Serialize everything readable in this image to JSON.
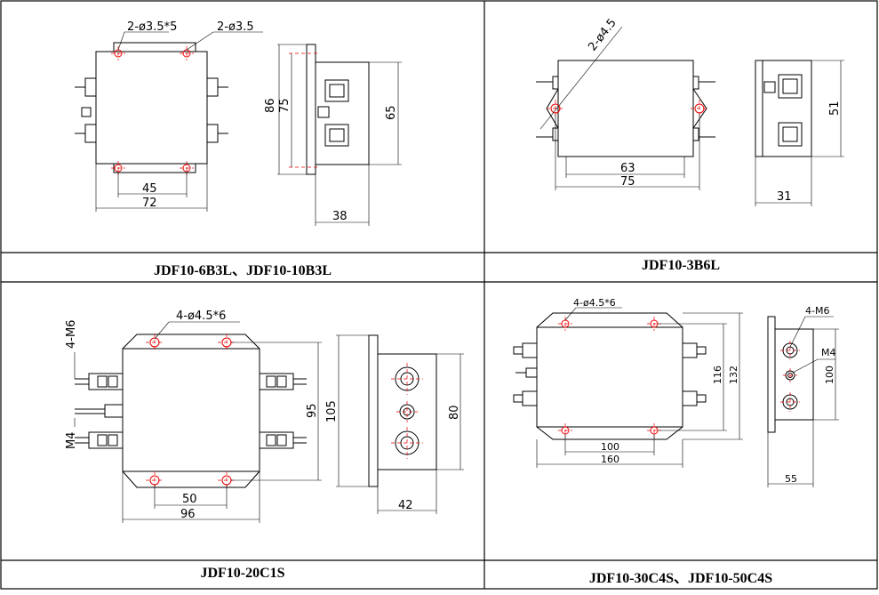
{
  "captions": {
    "q1": "JDF10-6B3L、JDF10-10B3L",
    "q2": "JDF10-3B6L",
    "q3": "JDF10-20C1S",
    "q4": "JDF10-30C4S、JDF10-50C4S"
  },
  "q1": {
    "hole_a": "2-ø3.5*5",
    "hole_b": "2-ø3.5",
    "dim_45": "45",
    "dim_72": "72",
    "dim_86": "86",
    "dim_75": "75",
    "dim_65": "65",
    "dim_38": "38"
  },
  "q2": {
    "hole": "2-ø4.5",
    "dim_63": "63",
    "dim_75": "75",
    "dim_51": "51",
    "dim_31": "31"
  },
  "q3": {
    "hole": "4-ø4.5*6",
    "m6": "4-M6",
    "m4": "M4",
    "dim_50": "50",
    "dim_96": "96",
    "dim_95": "95",
    "dim_105": "105",
    "dim_80": "80",
    "dim_42": "42"
  },
  "q4": {
    "hole": "4-ø4.5*6",
    "m6": "4-M6",
    "m4": "M4",
    "dim_100": "100",
    "dim_160": "160",
    "dim_116": "116",
    "dim_132": "132",
    "dim_100v": "100",
    "dim_55": "55"
  }
}
